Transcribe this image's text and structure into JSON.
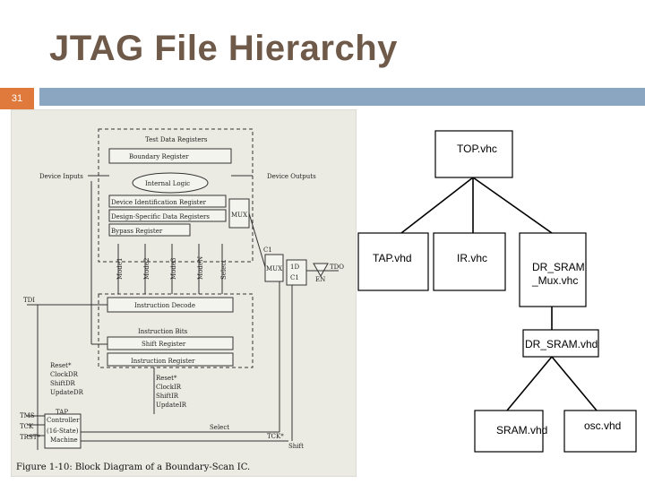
{
  "slide": {
    "title": "JTAG File Hierarchy",
    "number": "31",
    "title_color": "#6f5a4a",
    "accent_orange": "#e07a3c",
    "accent_blue": "#8aa6c1"
  },
  "block_diagram": {
    "caption": "Figure 1-10: Block Diagram of a Boundary-Scan IC.",
    "test_data_registers": "Test Data Registers",
    "boundary_register": "Boundary Register",
    "internal_logic": "Internal Logic",
    "device_inputs": "Device Inputs",
    "device_outputs": "Device Outputs",
    "device_id_register": "Device Identification Register",
    "design_specific_register": "Design-Specific Data Registers",
    "bypass_register": "Bypass Register",
    "mux_upper": "MUX",
    "mux_lower": "MUX",
    "c1_top": "C1",
    "ff_1d": "1D",
    "ff_c1": "C1",
    "en": "EN",
    "tdo": "TDO",
    "mode_labels": [
      "Mode1",
      "Mode2",
      "Mode3",
      "ModeN"
    ],
    "select_vertical": "Select",
    "tdi": "TDI",
    "instruction_decode": "Instruction Decode",
    "instruction_bits": "Instruction Bits",
    "shift_register": "Shift Register",
    "instruction_register": "Instruction Register",
    "left_signals": [
      "Reset*",
      "ClockDR",
      "ShiftDR",
      "UpdateDR"
    ],
    "right_signals": [
      "Reset*",
      "ClockIR",
      "ShiftIR",
      "UpdateIR"
    ],
    "tms": "TMS",
    "tck": "TCK",
    "trst": "TRST*",
    "tap_controller": [
      "TAP",
      "Controller",
      "(16-State)",
      "Machine"
    ],
    "select_bottom": "Select",
    "tck_star": "TCK*",
    "shift": "Shift"
  },
  "hierarchy": {
    "root": "TOP.vhc",
    "level1": [
      "TAP.vhd",
      "IR.vhc",
      "DR_SRAM _Mux.vhc"
    ],
    "level2": "DR_SRAM.vhd",
    "level3": [
      "SRAM.vhd",
      "osc.vhd"
    ]
  }
}
